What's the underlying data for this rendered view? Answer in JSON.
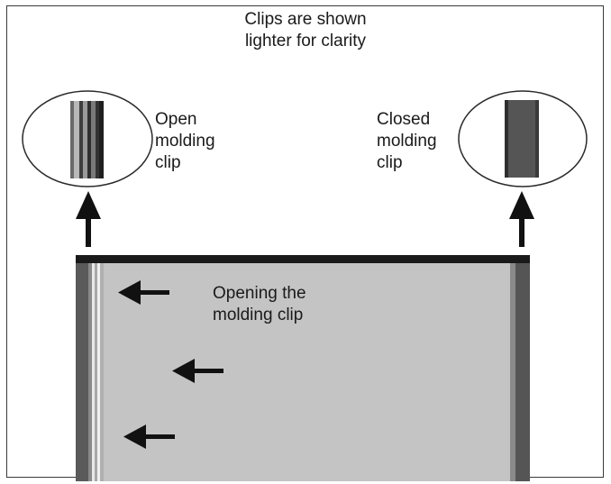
{
  "note": {
    "line1": "Clips are shown",
    "line2": "lighter for clarity"
  },
  "open_clip": {
    "line1": "Open",
    "line2": "molding",
    "line3": "clip"
  },
  "closed_clip": {
    "line1": "Closed",
    "line2": "molding",
    "line3": "clip"
  },
  "action": {
    "line1": "Opening the",
    "line2": "molding clip"
  },
  "colors": {
    "panel_fill": "#c4c4c4",
    "panel_edge": "#5a5a5a",
    "top_rail": "#1a1a1a",
    "clip_dark": "#555555",
    "arrow": "#111111"
  }
}
